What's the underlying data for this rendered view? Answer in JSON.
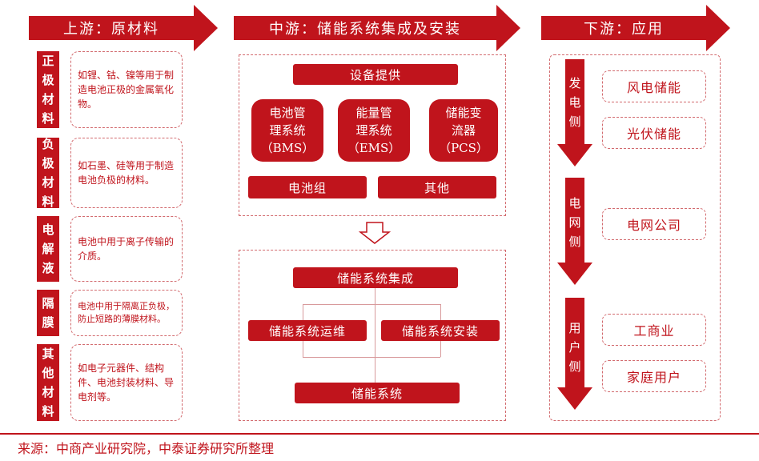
{
  "headers": {
    "upstream": "上游：原材料",
    "midstream": "中游：储能系统集成及安装",
    "downstream": "下游：应用"
  },
  "materials": [
    {
      "label": "正\n极\n材\n料",
      "desc": "如锂、钴、镍等用于制造电池正极的金属氧化物。"
    },
    {
      "label": "负\n极\n材\n料",
      "desc": "如石墨、硅等用于制造电池负极的材料。"
    },
    {
      "label": "电\n解\n液",
      "desc": "电池中用于离子传输的介质。"
    },
    {
      "label": "隔\n膜",
      "desc": "电池中用于隔离正负极，防止短路的薄膜材料。"
    },
    {
      "label": "其\n他\n材\n料",
      "desc": "如电子元器件、结构件、电池封装材料、导电剂等。"
    }
  ],
  "equipment": {
    "title": "设备提供",
    "systems": [
      "电池管\n理系统\n（BMS）",
      "能量管\n理系统\n（EMS）",
      "储能变\n流器\n（PCS）"
    ],
    "battery_pack": "电池组",
    "others": "其他"
  },
  "integration": {
    "title": "储能系统集成",
    "ops": "储能系统运维",
    "install": "储能系统安装",
    "system": "储能系统"
  },
  "downstream": {
    "groups": [
      {
        "label": "发\n电\n侧",
        "items": [
          "风电储能",
          "光伏储能"
        ]
      },
      {
        "label": "电\n网\n侧",
        "items": [
          "电网公司"
        ]
      },
      {
        "label": "用\n户\n侧",
        "items": [
          "工商业",
          "家庭用户"
        ]
      }
    ]
  },
  "source": "来源：中商产业研究院，中泰证券研究所整理",
  "colors": {
    "brand_red": "#c0141c",
    "dash_red": "#d26a6e"
  }
}
